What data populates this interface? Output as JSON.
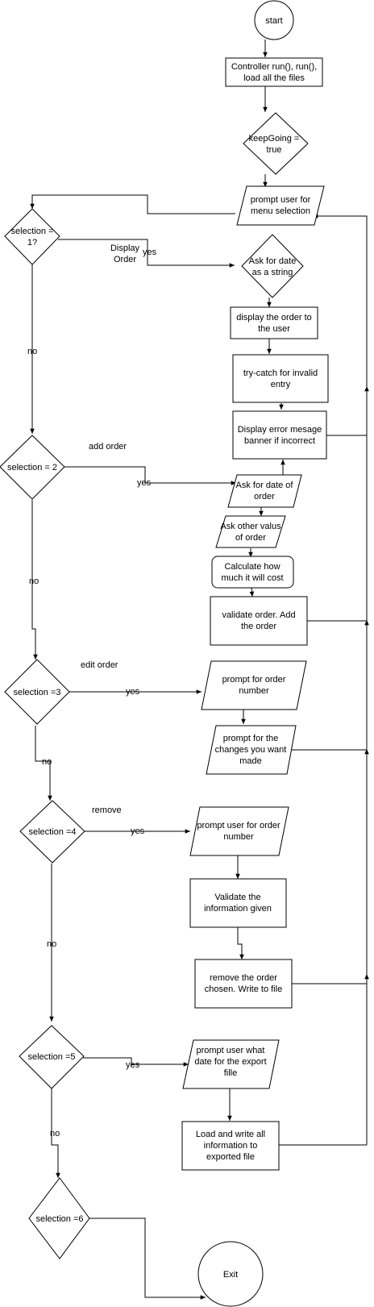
{
  "nodes": {
    "start": [
      "start"
    ],
    "controller": [
      "Controller run(), run(),",
      "load all the files"
    ],
    "keepgoing": [
      "keepGoing =",
      "true"
    ],
    "prompt_menu": [
      "prompt user for",
      "menu selection"
    ],
    "sel1": [
      "selection =",
      "1?"
    ],
    "ask_date_string": [
      "Ask for date",
      "as a string"
    ],
    "display_order": [
      "display the order to",
      "the user"
    ],
    "try_catch": [
      "try-catch for invalid",
      "entry"
    ],
    "display_error": [
      "Display error mesage",
      "banner if incorrect"
    ],
    "sel2": [
      "selection = 2"
    ],
    "ask_date_order": [
      "Ask for date of",
      "order"
    ],
    "ask_other": [
      "Ask other valus",
      "of order"
    ],
    "calculate": [
      "Calculate how",
      "much it will cost"
    ],
    "validate_add": [
      "validate order. Add",
      "the order"
    ],
    "sel3": [
      "selection =3"
    ],
    "prompt_order_num": [
      "prompt for order",
      "number"
    ],
    "prompt_changes": [
      "prompt for the",
      "changes you want",
      "made"
    ],
    "sel4": [
      "selection =4"
    ],
    "prompt_user_order_num": [
      "prompt user for order",
      "number"
    ],
    "validate_info": [
      "Validate the",
      "information given"
    ],
    "remove_order": [
      "remove the order",
      "chosen. Write to file"
    ],
    "sel5": [
      "selection =5"
    ],
    "prompt_export": [
      "prompt user what",
      "date for the export",
      "fille"
    ],
    "load_write": [
      "Load and write all",
      "information to",
      "exported file"
    ],
    "sel6": [
      "selection =6"
    ],
    "exit": [
      "Exit"
    ]
  },
  "edge_labels": {
    "display_order": [
      "Display",
      "Order"
    ],
    "yes1": "yes",
    "no1": "no",
    "add_order": "add order",
    "yes2": "yes",
    "no2": "no",
    "edit_order": "edit order",
    "yes3": "yes",
    "no3": "no",
    "remove": "remove",
    "yes4": "yes",
    "no4": "no",
    "yes5": "yes",
    "no5": "no"
  }
}
